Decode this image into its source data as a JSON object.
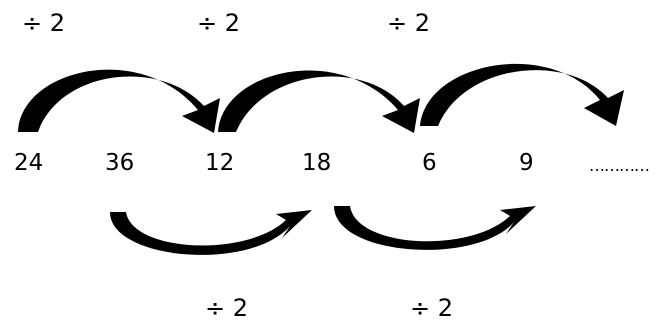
{
  "top_operations": [
    "÷ 2",
    "÷ 2",
    "÷ 2"
  ],
  "bottom_operations": [
    "÷ 2",
    "÷ 2"
  ],
  "sequence": [
    "24",
    "36",
    "12",
    "18",
    "6",
    "9"
  ],
  "continuation": "…………",
  "arrow_color": "#000000"
}
